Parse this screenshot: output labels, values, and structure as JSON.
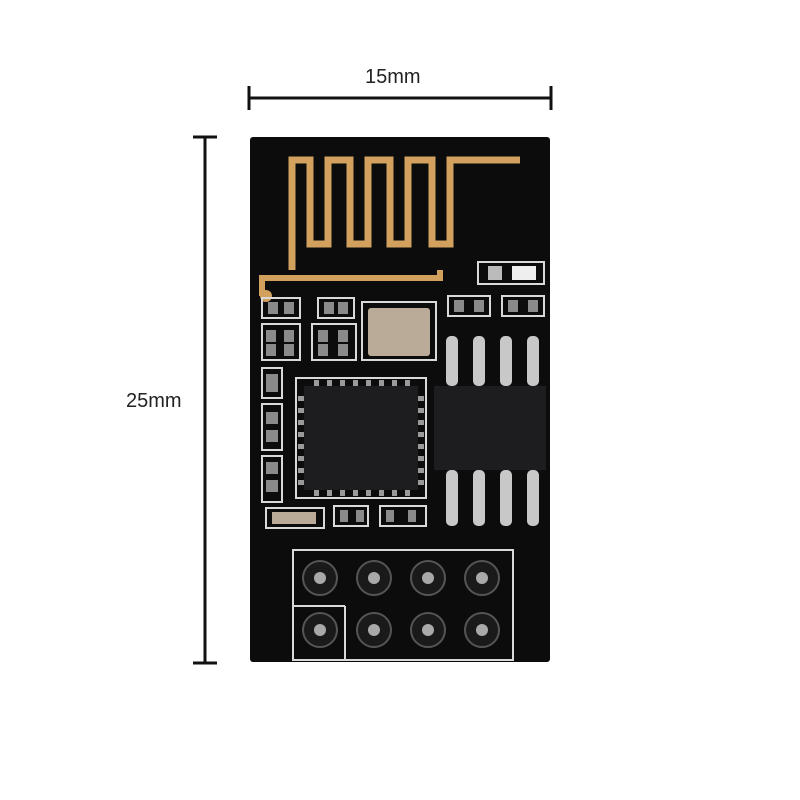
{
  "dimensions": {
    "width_label": "15mm",
    "height_label": "25mm"
  },
  "colors": {
    "board": "#0c0c0d",
    "silkscreen": "#d9d9d9",
    "antenna_gold": "#d2a15e",
    "crystal": "#b9ab98",
    "chip": "#1d1d1f",
    "pin": "#c8c8c8",
    "pad": "#a9a9a9"
  },
  "icons": [
    "dimension-arrow-horizontal",
    "dimension-arrow-vertical",
    "pcb-antenna",
    "esp8266-chip",
    "flash-chip",
    "crystal-oscillator",
    "header-pins"
  ]
}
